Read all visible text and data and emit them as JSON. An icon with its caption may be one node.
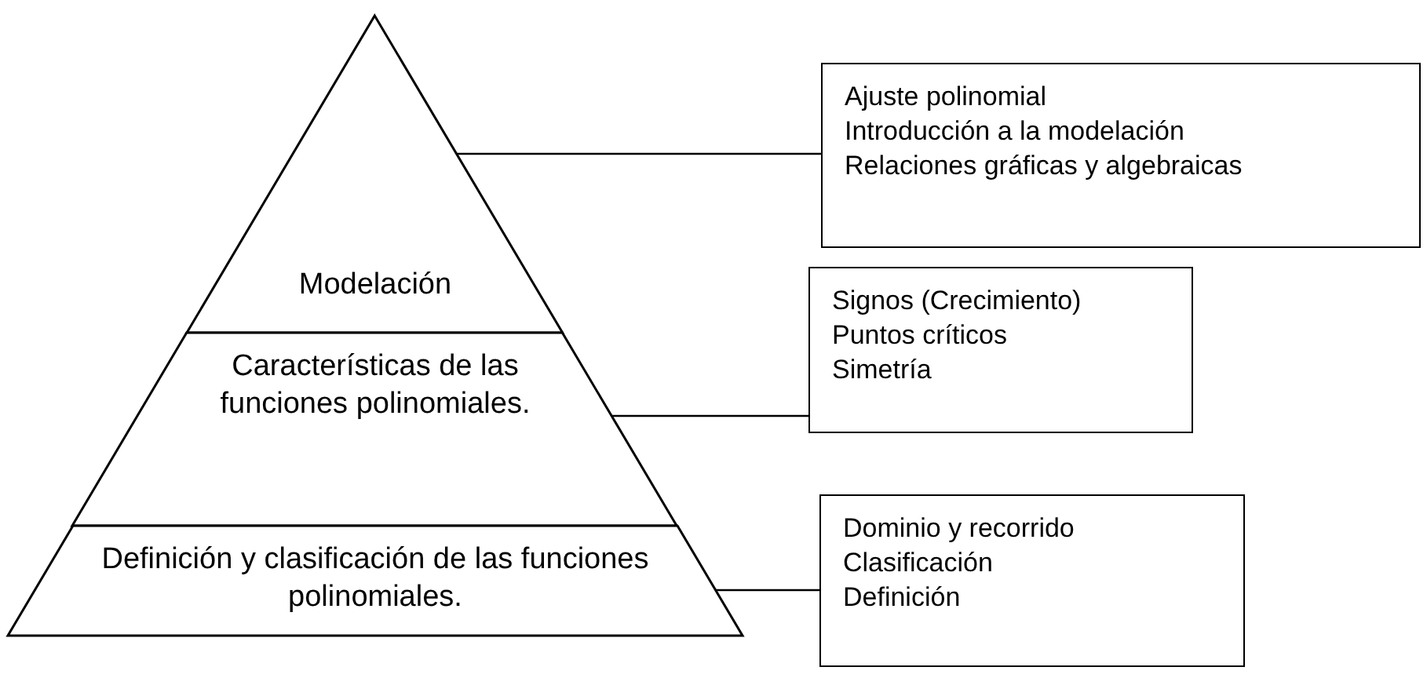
{
  "diagram": {
    "nodes": [
      {
        "text": [
          "Modelación"
        ]
      },
      {
        "text": [
          "Características de las funciones polinomiales."
        ]
      },
      {
        "text": [
          "Definición y clasificación de las funciones polinomiales."
        ]
      },
      {
        "text": [
          "Ajuste polinomial",
          "Introducción a la modelación",
          "Relaciones gráficas y algebraicas"
        ]
      },
      {
        "text": [
          "Signos (Crecimiento)",
          "Puntos críticos",
          "Simetría"
        ]
      },
      {
        "text": [
          "Dominio y recorrido",
          "Clasificación",
          "Definición"
        ]
      }
    ],
    "edges": [
      {
        "from": 0,
        "to": 3,
        "arrow": "none"
      },
      {
        "from": 1,
        "to": 4,
        "arrow": "none"
      },
      {
        "from": 2,
        "to": 5,
        "arrow": "none"
      }
    ]
  }
}
